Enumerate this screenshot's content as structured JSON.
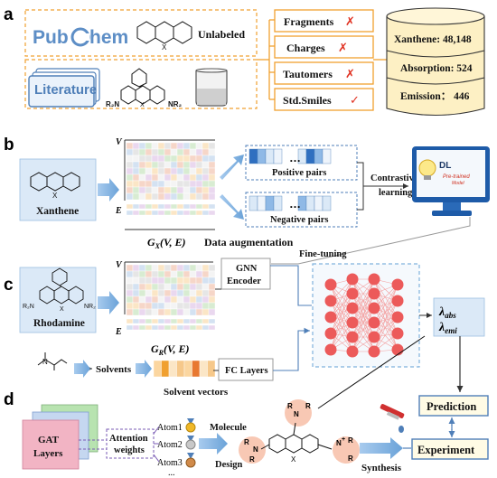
{
  "panels": {
    "a": "a",
    "b": "b",
    "c": "c",
    "d": "d"
  },
  "colors": {
    "orange": "#f0a030",
    "blue": "#7fb2dd",
    "light_blue": "#dbe9f7",
    "red_check": "#e03020",
    "nn_node": "#ec5a5a",
    "nn_link": "#f4a0a0"
  },
  "panel_a": {
    "pubchem": {
      "left": "Pub",
      "right": "hem",
      "c_letter": "C"
    },
    "unlabeled": "Unlabeled",
    "literature": "Literature",
    "atom_x": "X",
    "r2n_left": "R₂N",
    "nr2_right": "NR₂",
    "filters": [
      {
        "label": "Fragments",
        "mark": "✗"
      },
      {
        "label": "Charges",
        "mark": "✗"
      },
      {
        "label": "Tautomers",
        "mark": "✗"
      },
      {
        "label": "Std.Smiles",
        "mark": "✓"
      }
    ],
    "db": {
      "xanthene": "Xanthene: 48,148",
      "absorption": "Absorption: 524",
      "emission": "Emission： 446"
    }
  },
  "panel_b": {
    "xanthene": "Xanthene",
    "atom_x": "X",
    "axis_v": "V",
    "axis_e": "E",
    "graph_label": "Gₓ(V,E)",
    "graph_main": "G",
    "graph_sub": "X",
    "graph_args": "(V, E)",
    "augmentation": "Data augmentation",
    "positive": "Positive pairs",
    "negative": "Negative pairs",
    "dots": "…",
    "contrastive_1": "Contrastive",
    "contrastive_2": "learning",
    "dl": "DL",
    "pretrained_1": "Pre-trained",
    "pretrained_2": "Model",
    "finetuning": "Fine-tuning"
  },
  "panel_c": {
    "rhodamine": "Rhodamine",
    "atom_x": "X",
    "r2n_left": "R₂N",
    "nr2_right": "NR₂",
    "axis_v": "V",
    "axis_e": "E",
    "graph_main": "G",
    "graph_sub": "R",
    "graph_args": "(V, E)",
    "gnn_1": "GNN",
    "gnn_2": "Encoder",
    "solvents": "Solvents",
    "solvent_vectors": "Solvent vectors",
    "fc_layers": "FC Layers",
    "lambda_abs_main": "λ",
    "lambda_abs_sub": "abs",
    "lambda_emi_main": "λ",
    "lambda_emi_sub": "emi"
  },
  "panel_d": {
    "gat_1": "GAT",
    "gat_2": "Layers",
    "attention_1": "Attention",
    "attention_2": "weights",
    "atoms": [
      "Atom1",
      "Atom2",
      "Atom3",
      "..."
    ],
    "molecule_1": "Molecule",
    "molecule_2": "Design",
    "synthesis": "Synthesis",
    "prediction": "Prediction",
    "experiment": "Experiment",
    "r_label": "R",
    "n_label": "N",
    "x_label": "X",
    "plus": "+"
  }
}
